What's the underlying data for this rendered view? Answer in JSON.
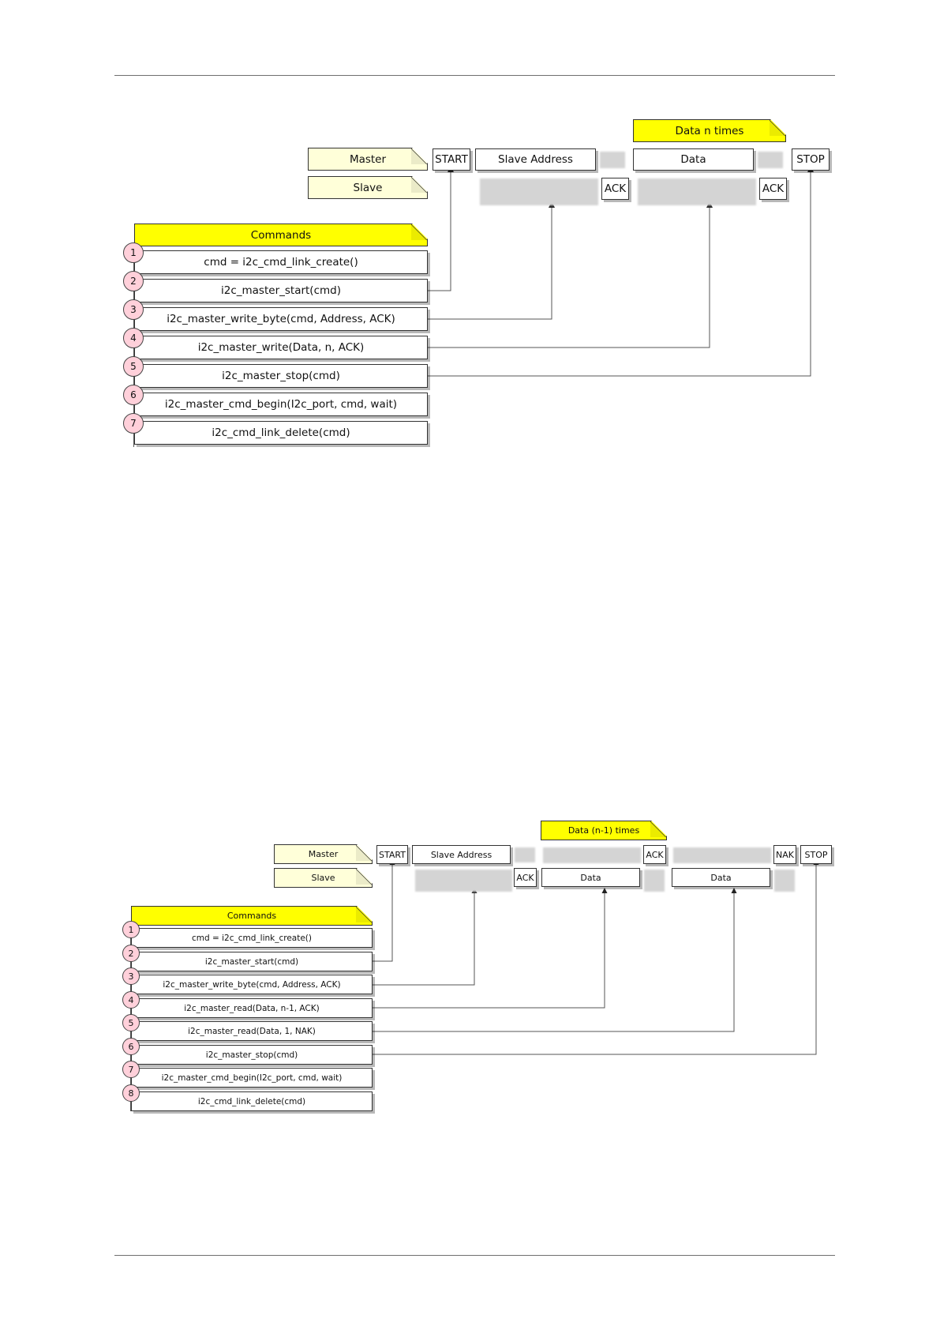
{
  "diagram_write": {
    "master_label": "Master",
    "slave_label": "Slave",
    "loop_note": "Data n times",
    "commands_title": "Commands",
    "master_row": {
      "start": "START",
      "slave_address": "Slave Address",
      "data": "Data",
      "stop": "STOP"
    },
    "slave_row": {
      "ack1": "ACK",
      "ack2": "ACK"
    },
    "commands": [
      {
        "num": "1",
        "text": "cmd = i2c_cmd_link_create()"
      },
      {
        "num": "2",
        "text": "i2c_master_start(cmd)"
      },
      {
        "num": "3",
        "text": "i2c_master_write_byte(cmd, Address, ACK)"
      },
      {
        "num": "4",
        "text": "i2c_master_write(Data, n, ACK)"
      },
      {
        "num": "5",
        "text": "i2c_master_stop(cmd)"
      },
      {
        "num": "6",
        "text": "i2c_master_cmd_begin(I2c_port, cmd, wait)"
      },
      {
        "num": "7",
        "text": "i2c_cmd_link_delete(cmd)"
      }
    ]
  },
  "diagram_read": {
    "master_label": "Master",
    "slave_label": "Slave",
    "loop_note": "Data (n-1) times",
    "commands_title": "Commands",
    "master_row": {
      "start": "START",
      "slave_address": "Slave Address",
      "ack": "ACK",
      "nak": "NAK",
      "stop": "STOP"
    },
    "slave_row": {
      "ack": "ACK",
      "data1": "Data",
      "data2": "Data"
    },
    "commands": [
      {
        "num": "1",
        "text": "cmd = i2c_cmd_link_create()"
      },
      {
        "num": "2",
        "text": "i2c_master_start(cmd)"
      },
      {
        "num": "3",
        "text": "i2c_master_write_byte(cmd, Address, ACK)"
      },
      {
        "num": "4",
        "text": "i2c_master_read(Data, n-1, ACK)"
      },
      {
        "num": "5",
        "text": "i2c_master_read(Data, 1, NAK)"
      },
      {
        "num": "6",
        "text": "i2c_master_stop(cmd)"
      },
      {
        "num": "7",
        "text": "i2c_master_cmd_begin(I2c_port, cmd, wait)"
      },
      {
        "num": "8",
        "text": "i2c_cmd_link_delete(cmd)"
      }
    ]
  }
}
